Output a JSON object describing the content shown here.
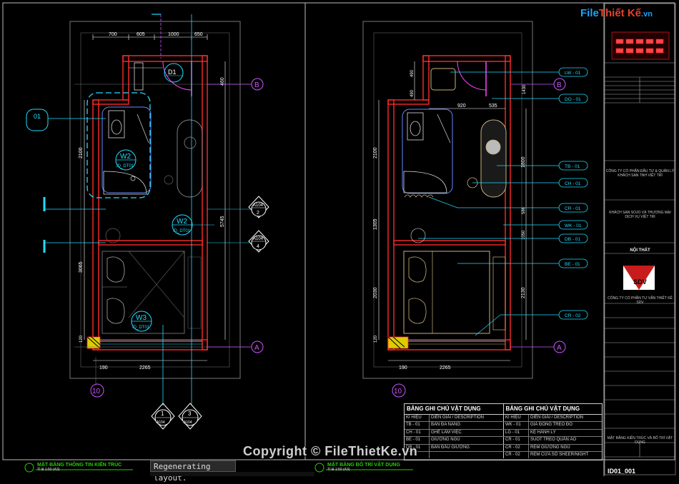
{
  "watermark": {
    "logo_a": "File",
    "logo_b": "Thiết Kế",
    "logo_c": ".vn",
    "copyright": "Copyright © FileThietKe.vn"
  },
  "command_line": {
    "status": "Regenerating layout."
  },
  "left_plan": {
    "dims_top": [
      "700",
      "605",
      "1000",
      "650"
    ],
    "dims_left": [
      "2100",
      "3065"
    ],
    "dims_right": [
      "460",
      "5745"
    ],
    "dims_bottom": [
      "190",
      "2265"
    ],
    "dim_small": "120",
    "grid_a": "A",
    "grid_b": "B",
    "grid_10": "10",
    "tag_d1": "D1",
    "tag_01": "01",
    "tag_w2a": "W2",
    "tag_w2a_sub": "ID_DT01",
    "tag_w2b": "W2",
    "tag_w2b_sub": "ID_DT01",
    "tag_w3": "W3",
    "tag_w3_sub": "ID_DT01",
    "sec_a104_top": "A104",
    "sec_2": "2",
    "sec_a104_mid": "A104",
    "sec_4": "4",
    "sec_1": "1",
    "sec_1_ref": "A104",
    "sec_3": "3",
    "sec_3_ref": "A104",
    "title": "MẶT BẰNG THÔNG TIN KIẾN TRÚC",
    "scale": "Tỉ lệ 1:50 (A3)"
  },
  "right_plan": {
    "dims_top": [
      "920",
      "535"
    ],
    "dims_top_small": [
      "490",
      "490",
      "1430"
    ],
    "dims_left": [
      "2100",
      "1305",
      "2030"
    ],
    "dims_right": [
      "1800",
      "586",
      "1050",
      "2130"
    ],
    "dims_bottom": [
      "190",
      "2265"
    ],
    "dim_small": "120",
    "grid_a": "A",
    "grid_b": "B",
    "grid_10": "10",
    "tags": [
      "LW - 01",
      "DO - 01",
      "TB - 01",
      "CH - 01",
      "CR - 01",
      "WK - 01",
      "DB - 01",
      "BE - 01",
      "CR - 02"
    ],
    "title": "MẶT BẰNG BỐ TRÍ VẬT DỤNG",
    "scale": "Tỉ lệ 1:50 (A3)"
  },
  "legend": {
    "header": "BẢNG GHI CHÚ VẬT DỤNG",
    "col_code": "KÍ HIỆU",
    "col_desc": "DIỄN GIẢI / DESCRIPTION",
    "rows": [
      [
        "TB - 01",
        "BÀN ĐA NĂNG",
        "WK - 01",
        "GIÁ ĐÓNG TREO ĐỒ"
      ],
      [
        "CH - 01",
        "GHẾ LÀM VIỆC",
        "LG - 01",
        "KỆ HÀNH LÝ"
      ],
      [
        "BE - 01",
        "GIƯỜNG NGỦ",
        "CR - 01",
        "SUỐT TREO QUẦN ÁO"
      ],
      [
        "DB - 01",
        "BÀN ĐẦU GIƯỜNG",
        "CR - 02",
        "RÈM GIƯỜNG NGỦ"
      ],
      [
        "",
        "",
        "CR - 02",
        "RÈM CỬA SỔ SHEER/NIGHT"
      ]
    ]
  },
  "title_block": {
    "client": "CÔNG TY CỔ PHẦN ĐẦU TƯ & QUẢN LÝ KHÁCH SẠN TNH VIỆT TRÌ",
    "project": "KHÁCH SẠN SOJO VÀ THƯƠNG MẠI DỊCH VỤ VIỆT TRÌ",
    "discipline": "NỘI THẤT",
    "firm": "SDV",
    "firm_name": "CÔNG TY CỔ PHẦN TƯ VẤN THIẾT KẾ SDV",
    "drawing_title": "MẶT BẰNG KIẾN TRÚC VÀ BỐ TRÍ VẬT DỤNG",
    "sheet_no": "ID01_001"
  },
  "colors": {
    "wall": "#ff2a2a",
    "dim": "#ffffff",
    "tag": "#22ddff",
    "furniture": "#c8b07a",
    "grid": "#cc55ff",
    "green": "#25d000",
    "magenta": "#ff2aff"
  }
}
